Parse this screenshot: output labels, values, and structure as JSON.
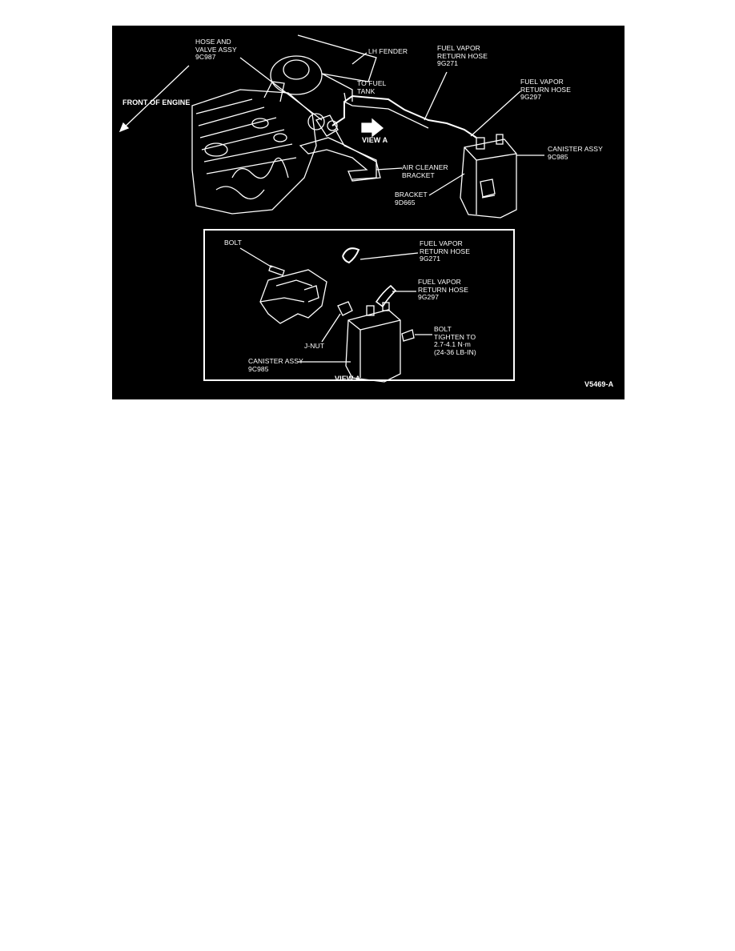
{
  "figure": {
    "id_code": "V5469-A",
    "labels": {
      "hose_valve": "HOSE AND\nVALVE ASSY\n9C987",
      "lh_fender": "LH FENDER",
      "fvrh_top_1": "FUEL VAPOR\nRETURN HOSE\n9G271",
      "fvrh_top_2": "FUEL VAPOR\nRETURN HOSE\n9G297",
      "front_of_engine": "FRONT OF ENGINE",
      "to_fuel_tank": "TO FUEL\nTANK",
      "view_a_arrow": "VIEW A",
      "canister_top": "CANISTER ASSY\n9C985",
      "air_cleaner": "AIR CLEANER\nBRACKET",
      "bracket": "BRACKET\n9D665",
      "bolt": "BOLT",
      "fvrh_inset_1": "FUEL VAPOR\nRETURN HOSE\n9G271",
      "fvrh_inset_2": "FUEL VAPOR\nRETURN HOSE\n9G297",
      "bolt_torque": "BOLT\nTIGHTEN TO\n2.7-4.1 N·m\n(24-36 LB-IN)",
      "j_nut": "J-NUT",
      "canister_inset": "CANISTER ASSY\n9C985",
      "view_a_caption": "VIEW A"
    }
  },
  "colors": {
    "background": "#000000",
    "ink": "#ffffff",
    "page": "#ffffff"
  }
}
